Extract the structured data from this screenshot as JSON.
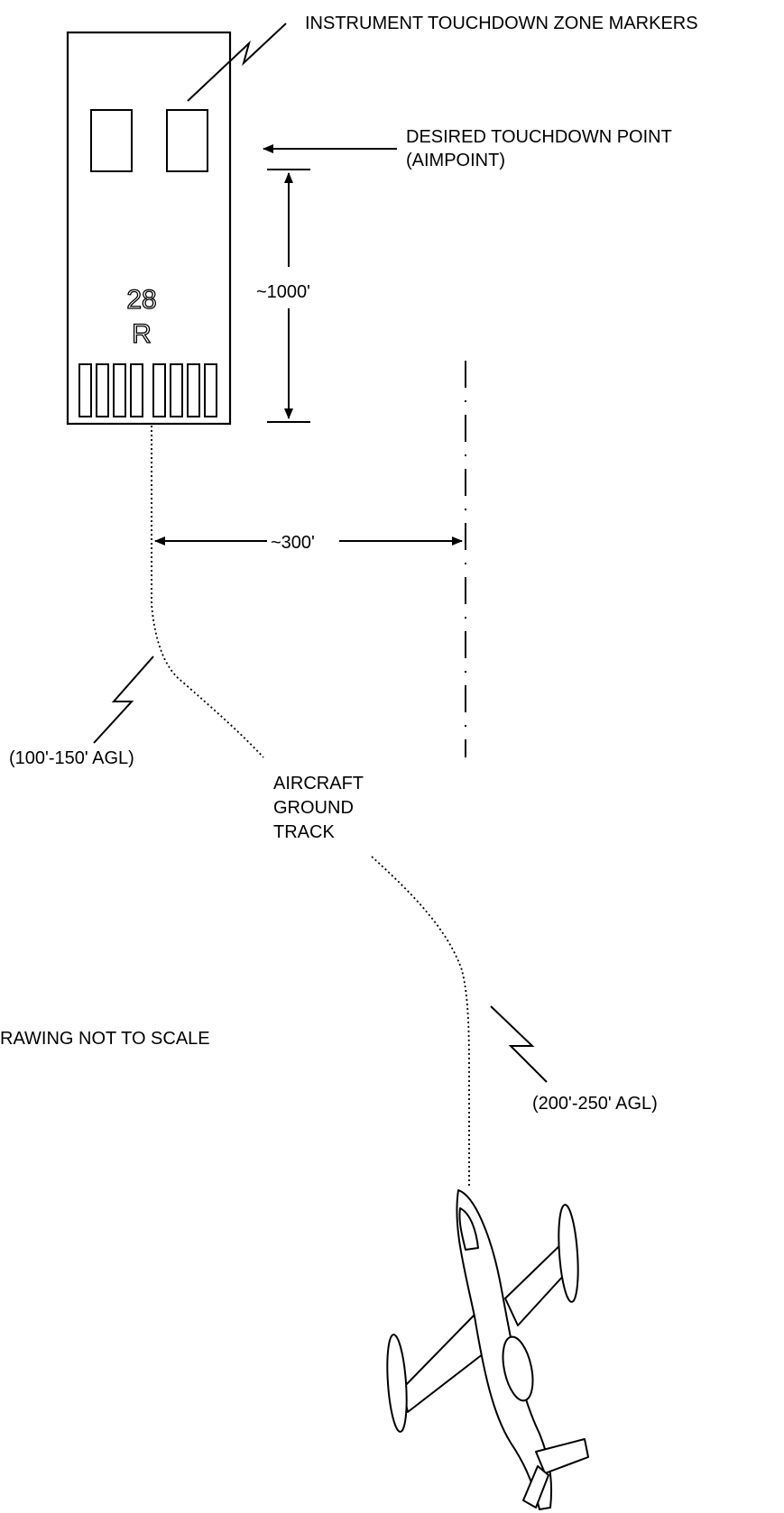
{
  "labels": {
    "touchdown_zone_markers": "INSTRUMENT TOUCHDOWN ZONE MARKERS",
    "desired_touchdown_line1": "DESIRED TOUCHDOWN POINT",
    "desired_touchdown_line2": "(AIMPOINT)",
    "runway_number": "28",
    "runway_letter": "R",
    "distance_aimpoint": "~1000'",
    "lateral_offset": "~300'",
    "altitude_low": "(100'-150' AGL)",
    "altitude_high": "(200'-250' AGL)",
    "ground_track_line1": "AIRCRAFT",
    "ground_track_line2": "GROUND",
    "ground_track_line3": "TRACK",
    "not_to_scale": "RAWING NOT TO SCALE"
  }
}
